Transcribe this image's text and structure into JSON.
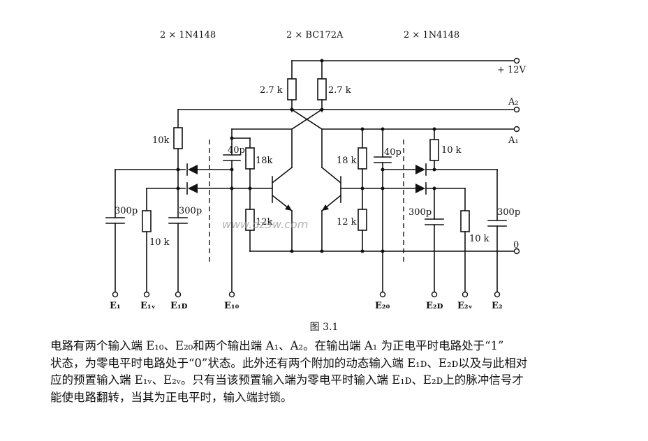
{
  "header": {
    "diode_left": "2 × 1N4148",
    "transistors": "2 × BC172A",
    "diode_right": "2 × 1N4148"
  },
  "components": {
    "r_collector_left": "2.7 k",
    "r_collector_right": "2.7 k",
    "r_10k_top_left": "10k",
    "r_10k_top_right": "10 k",
    "c_40p_left": "40p",
    "c_40p_right": "40p",
    "r_18k_left": "18k",
    "r_18k_right": "18 k",
    "r_12k_left": "12k",
    "r_12k_right": "12 k",
    "c_300p_e1": "300p",
    "c_300p_e1d": "300p",
    "c_300p_e2d": "300p",
    "c_300p_e2": "300p",
    "r_10k_e1v": "10 k",
    "r_10k_e2v": "10 k"
  },
  "terminals": {
    "vplus": "+ 12V",
    "a2": "A₂",
    "a1": "A₁",
    "ground": "0",
    "e1": "E₁",
    "e1v": "E₁ᵥ",
    "e1d": "E₁ᴅ",
    "e10": "E₁₀",
    "e20": "E₂₀",
    "e2d": "E₂ᴅ",
    "e2v": "E₂ᵥ",
    "e2": "E₂"
  },
  "watermark": "www.dz3w.com",
  "caption": "图 3.1",
  "description": [
    "电路有两个输入端 E₁₀、E₂₀和两个输出端 A₁、A₂。在输出端 A₁ 为正电平时电路处于“1”",
    "状态，为零电平时电路处于“0”状态。此外还有两个附加的动态输入端 E₁ᴅ、E₂ᴅ以及与此相对",
    "应的预置输入端 E₁ᵥ、E₂ᵥ。只有当该预置输入端为零电平时输入端 E₁ᴅ、E₂ᴅ上的脉冲信号才",
    "能使电路翻转，当其为正电平时，输入端封锁。"
  ]
}
